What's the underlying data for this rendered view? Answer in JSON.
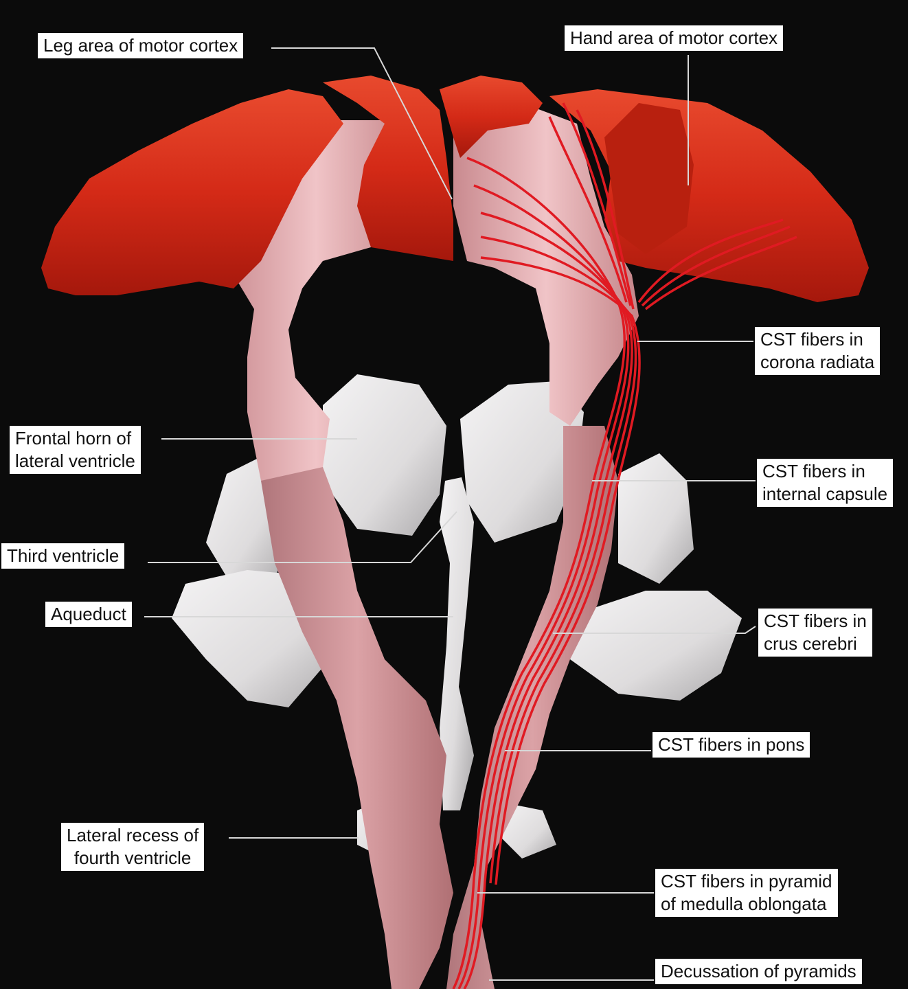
{
  "colors": {
    "background": "#0b0b0b",
    "motor_cortex": "#d42a17",
    "lateral_ventricle": "#e8b7bb",
    "brainstem_ventricle": "#d99a9e",
    "diencephalon": "#e4e2e3",
    "cst_fibers": "#e01a22",
    "label_box": "#ffffff",
    "leader_line": "#d8d8d8"
  },
  "labels": {
    "leg_area": "Leg area of motor cortex",
    "hand_area": "Hand area of motor cortex",
    "corona_radiata": "CST fibers in\ncorona radiata",
    "frontal_horn": "Frontal horn of\nlateral ventricle",
    "internal_capsule": "CST fibers in\ninternal capsule",
    "third_ventricle": "Third ventricle",
    "aqueduct": "Aqueduct",
    "crus_cerebri": "CST fibers in\ncrus cerebri",
    "pons": "CST fibers in pons",
    "lateral_recess": "Lateral recess of\nfourth ventricle",
    "pyramid": "CST fibers in pyramid\nof medulla oblongata",
    "decussation": "Decussation of pyramids"
  }
}
